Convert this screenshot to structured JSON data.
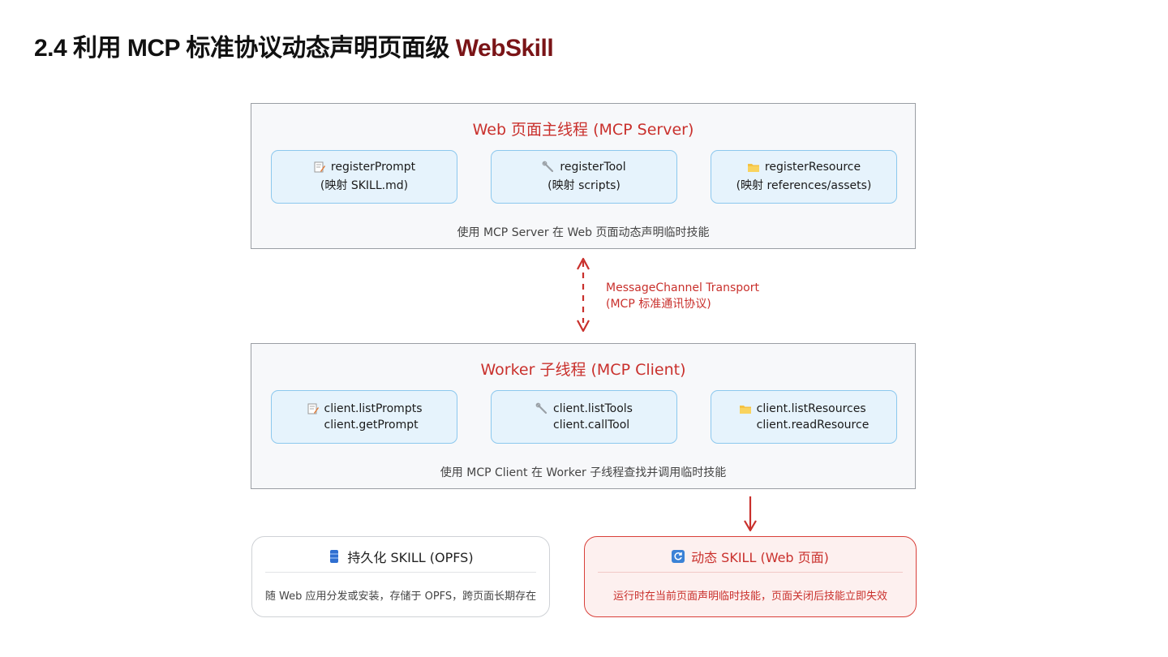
{
  "title": {
    "prefix": "2.4 利用 MCP 标准协议动态声明页面级",
    "accent": "WebSkill"
  },
  "server_panel": {
    "title": "Web 页面主线程 (MCP Server)",
    "cards": [
      {
        "icon": "memo-icon",
        "line1": "registerPrompt",
        "line2": "(映射 SKILL.md)"
      },
      {
        "icon": "wrench-icon",
        "line1": "registerTool",
        "line2": "(映射 scripts)"
      },
      {
        "icon": "folder-icon",
        "line1": "registerResource",
        "line2": "(映射 references/assets)"
      }
    ],
    "footer": "使用 MCP Server 在 Web 页面动态声明临时技能"
  },
  "transport": {
    "line1": "MessageChannel Transport",
    "line2": "(MCP 标准通讯协议)"
  },
  "client_panel": {
    "title": "Worker 子线程 (MCP Client)",
    "cards": [
      {
        "icon": "memo-icon",
        "line1": "client.listPrompts",
        "line2": "client.getPrompt"
      },
      {
        "icon": "wrench-icon",
        "line1": "client.listTools",
        "line2": "client.callTool"
      },
      {
        "icon": "folder-icon",
        "line1": "client.listResources",
        "line2": "client.readResource"
      }
    ],
    "footer": "使用 MCP Client 在 Worker 子线程查找并调用临时技能"
  },
  "persistent_box": {
    "icon": "database-icon",
    "title": "持久化 SKILL (OPFS)",
    "desc": "随 Web 应用分发或安装，存储于 OPFS，跨页面长期存在"
  },
  "dynamic_box": {
    "icon": "refresh-icon",
    "title": "动态 SKILL (Web 页面)",
    "desc": "运行时在当前页面声明临时技能，页面关闭后技能立即失效"
  },
  "colors": {
    "accent_red": "#c9302c",
    "title_accent": "#7a1417",
    "card_fill": "#e6f3fc",
    "card_border": "#8cc8ee",
    "panel_fill": "#f7f8fa"
  }
}
